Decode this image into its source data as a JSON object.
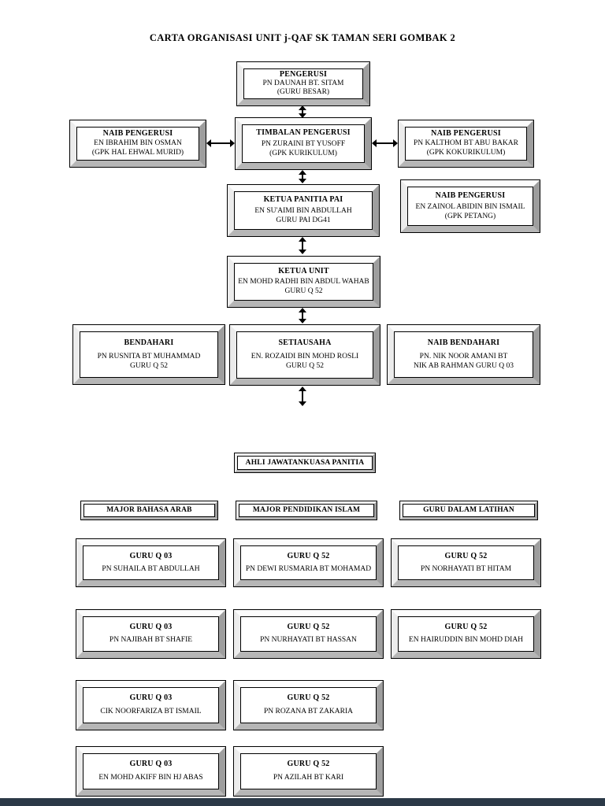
{
  "page": {
    "title": "CARTA ORGANISASI UNIT j-QAF SK TAMAN SERI GOMBAK 2"
  },
  "colors": {
    "footer_bar": "#2b3947",
    "box_background": "#ffffff",
    "text": "#000000"
  },
  "nodes": {
    "pengerusi": {
      "title": "PENGERUSI",
      "line1": "PN DAUNAH BT. SITAM",
      "line2": "(GURU BESAR)"
    },
    "naib_pengerusi_hem": {
      "title": "NAIB PENGERUSI",
      "line1": "EN IBRAHIM BIN OSMAN",
      "line2": "(GPK HAL EHWAL MURID)"
    },
    "timbalan_pengerusi": {
      "title": "TIMBALAN PENGERUSI",
      "line1": "PN ZURAINI BT YUSOFF",
      "line2": "(GPK KURIKULUM)"
    },
    "naib_pengerusi_koku": {
      "title": "NAIB PENGERUSI",
      "line1": "PN KALTHOM BT ABU BAKAR",
      "line2": "(GPK KOKURIKULUM)"
    },
    "ketua_panitia_pai": {
      "title": "KETUA PANITIA PAI",
      "line1": "EN SU'AIMI BIN ABDULLAH",
      "line2": "GURU PAI DG41"
    },
    "naib_pengerusi_petang": {
      "title": "NAIB PENGERUSI",
      "line1": "EN ZAINOL ABIDIN BIN ISMAIL",
      "line2": "(GPK PETANG)"
    },
    "ketua_unit": {
      "title": "KETUA UNIT",
      "line1": "EN MOHD RADHI BIN ABDUL WAHAB",
      "line2": "GURU Q 52"
    },
    "bendahari": {
      "title": "BENDAHARI",
      "line1": "PN RUSNITA BT MUHAMMAD",
      "line2": "GURU Q 52"
    },
    "setiausaha": {
      "title": "SETIAUSAHA",
      "line1": "EN. ROZAIDI BIN MOHD ROSLI",
      "line2": "GURU Q 52"
    },
    "naib_bendahari": {
      "title": "NAIB BENDAHARI",
      "line1": "PN. NIK NOOR AMANI BT",
      "line2": "NIK AB RAHMAN GURU Q 03"
    },
    "ahli_jawatankuasa": {
      "title": "AHLI JAWATANKUASA PANITIA"
    },
    "col_bahasa_arab": {
      "title": "MAJOR BAHASA ARAB"
    },
    "col_pendidikan_islam": {
      "title": "MAJOR PENDIDIKAN ISLAM"
    },
    "col_guru_latihan": {
      "title": "GURU DALAM LATIHAN"
    }
  },
  "members": [
    {
      "title": "GURU Q 03",
      "name": "PN SUHAILA BT ABDULLAH"
    },
    {
      "title": "GURU Q 52",
      "name": "PN DEWI RUSMARIA BT MOHAMAD"
    },
    {
      "title": "GURU Q 52",
      "name": "PN NORHAYATI BT HITAM"
    },
    {
      "title": "GURU Q 03",
      "name": "PN NAJIBAH BT SHAFIE"
    },
    {
      "title": "GURU Q 52",
      "name": "PN NURHAYATI BT HASSAN"
    },
    {
      "title": "GURU Q 52",
      "name": "EN HAIRUDDIN BIN MOHD DIAH"
    },
    {
      "title": "GURU Q 03",
      "name": "CIK NOORFARIZA BT ISMAIL"
    },
    {
      "title": "GURU Q 52",
      "name": "PN ROZANA BT ZAKARIA"
    },
    {
      "title": "GURU Q 03",
      "name": "EN MOHD AKIFF BIN HJ ABAS"
    },
    {
      "title": "GURU Q 52",
      "name": "PN AZILAH BT KARI"
    }
  ]
}
